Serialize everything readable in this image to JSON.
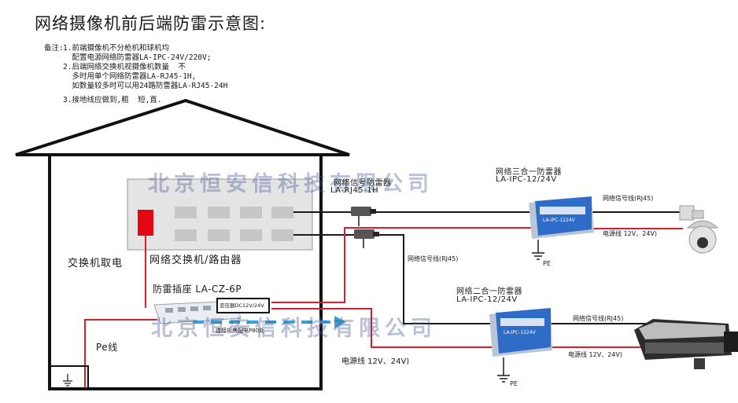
{
  "title": "网络摄像机前后端防雷示意图:",
  "notes": {
    "label": "备注:",
    "line1": "1.前端摄像机不分枪机和球机均",
    "line2": "  配置电源网络防雷器LA-IPC-24V/220V;",
    "line3": "2.后端网络交换机视摄像机数量  不",
    "line4": "  多时用单个网络防雷器LA-RJ45-1H,",
    "line5": "  如数量较多时可以用24路防雷器LA-RJ45-24H",
    "line6": "3.接地线应做到,粗  短,直."
  },
  "labels": {
    "switch_power": "交换机取电",
    "switch_router": "网络交换机/路由器",
    "surge_socket": "防雷插座 LA-CZ-6P",
    "adapter": "变压器DC12V/24V",
    "adapter_note": "连接视房配电P80处",
    "pe_line": "Pe线",
    "rj45_name": "网络信号防雷器",
    "rj45_model": "LA-RJ45-1H",
    "triple_name": "网络三合一防雷器",
    "triple_model": "LA-IPC-12/24V",
    "double_name": "网络二合一防雷器",
    "double_model": "LA-IPC-12/24V",
    "sig_top": "网络信号线(RJ45)",
    "power_top": "电源线  12V、24V)",
    "sig_mid": "网络信号线(RJ45)",
    "sig_bottom": "网络信号线(RJ45)",
    "power_bottom": "电源线  12V、24V)",
    "power_left": "电源线  12V、24V)",
    "pe_top": "PE",
    "pe_bottom": "PE",
    "device_brand": "LA-IPC-1224V",
    "watermark_top": "北京恒安信科技有限公司",
    "watermark_bottom": "北京恒安信科技有限公司"
  },
  "colors": {
    "signal": "#1a1a1a",
    "power": "#d81e2a",
    "building": "#111111",
    "switch_body": "#e4e4e4",
    "port": "#c6c6c6",
    "indicator": "#e30613",
    "arrester_blue": "#2f6cc7",
    "arrow_dash": "#3aa0d8"
  },
  "icons": {
    "camera_dome": "dome-camera-icon",
    "camera_bullet": "bullet-camera-icon",
    "ground": "ground-icon"
  }
}
